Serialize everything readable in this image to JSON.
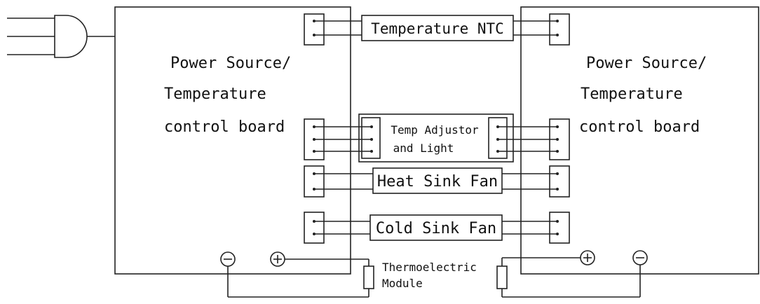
{
  "colors": {
    "line": "#222222",
    "background": "#ffffff"
  },
  "left_board": {
    "label_line1": "Power Source/",
    "label_line2": "Temperature",
    "label_line3": "control board"
  },
  "right_board": {
    "label_line1": "Power Source/",
    "label_line2": "Temperature",
    "label_line3": "control board"
  },
  "components": {
    "temperature_ntc": "Temperature NTC",
    "temp_adjustor_line1": "Temp Adjustor",
    "temp_adjustor_line2": "and Light",
    "heat_sink_fan": "Heat Sink Fan",
    "cold_sink_fan": "Cold Sink Fan",
    "thermoelectric_line1": "Thermoelectric",
    "thermoelectric_line2": "Module"
  },
  "terminals": {
    "minus": "−",
    "plus": "+"
  },
  "icons": {
    "plug": "power-plug-icon",
    "ground": "ground-icon"
  }
}
